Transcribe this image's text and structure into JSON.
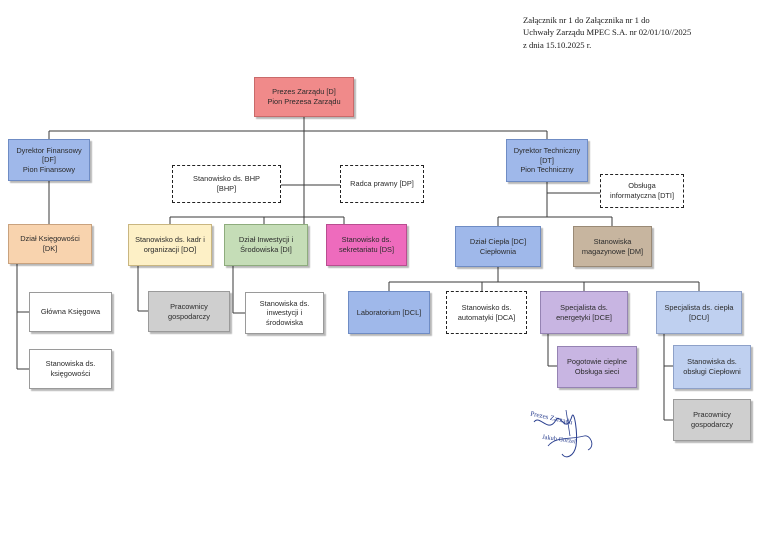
{
  "header": {
    "line1": "Załącznik nr 1 do Załącznika nr 1 do",
    "line2": "Uchwały Zarządu MPEC S.A. nr  02/01/10//2025",
    "line3": "z dnia 15.10.2025 r."
  },
  "nodes": {
    "prezes": [
      "Prezes Zarządu [D]",
      "Pion Prezesa Zarządu"
    ],
    "dyrektor_finansowy": [
      "Dyrektor Finansowy",
      "[DF]",
      "Pion Finansowy"
    ],
    "bhp": [
      "Stanowisko ds. BHP",
      "[BHP]"
    ],
    "radca": [
      "Radca prawny [DP]"
    ],
    "dyrektor_techniczny": [
      "Dyrektor Techniczny",
      "[DT]",
      "Pion Techniczny"
    ],
    "obsluga_it": [
      "Obsługa",
      "informatyczna [DTI]"
    ],
    "dzial_ksiegowosci": [
      "Dział Księgowości",
      "[DK]"
    ],
    "glowna_ksiegowa": [
      "Główna Księgowa"
    ],
    "stanowiska_ksiegowosci": [
      "Stanowiska ds.",
      "księgowości"
    ],
    "kadry": [
      "Stanowisko ds. kadr i",
      "organizacji [DO]"
    ],
    "pracownicy_gosp_1": [
      "Pracownicy",
      "gospodarczy"
    ],
    "inwestycje": [
      "Dział Inwestycji i",
      "Środowiska [DI]"
    ],
    "stanowiska_inwestycji": [
      "Stanowiska ds.",
      "inwestycji i",
      "środowiska"
    ],
    "sekretariat": [
      "Stanowisko ds.",
      "sekretariatu [DS]"
    ],
    "dzial_ciepla": [
      "Dział Ciepła [DC]",
      "Ciepłownia"
    ],
    "magazyn": [
      "Stanowiska",
      "magazynowe [DM]"
    ],
    "laboratorium": [
      "Laboratorium [DCL]"
    ],
    "automatyka": [
      "Stanowisko ds.",
      "automatyki [DCA]"
    ],
    "energetyk": [
      "Specjalista ds.",
      "energetyki [DCE]"
    ],
    "spec_ciepla": [
      "Specjalista ds. ciepła",
      "[DCU]"
    ],
    "pogotowie": [
      "Pogotowie cieplne",
      "Obsługa sieci"
    ],
    "obsluga_cieplowni": [
      "Stanowiska ds.",
      "obsługi Ciepłowni"
    ],
    "pracownicy_gosp_2": [
      "Pracownicy",
      "gospodarczy"
    ]
  },
  "signature": {
    "title": "Prezes Zarządu",
    "name": "Jakub Gorzel"
  }
}
